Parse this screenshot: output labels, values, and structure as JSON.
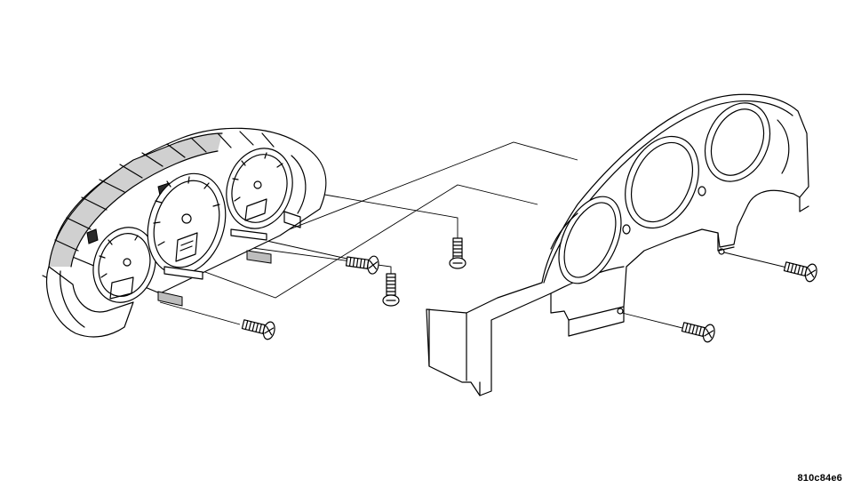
{
  "figure": {
    "code": "810c84e6",
    "parts": {
      "cluster": "instrument-cluster",
      "bezel": "cluster-bezel",
      "screw_count": 6
    },
    "colors": {
      "line": "#000000",
      "background": "#ffffff"
    }
  }
}
